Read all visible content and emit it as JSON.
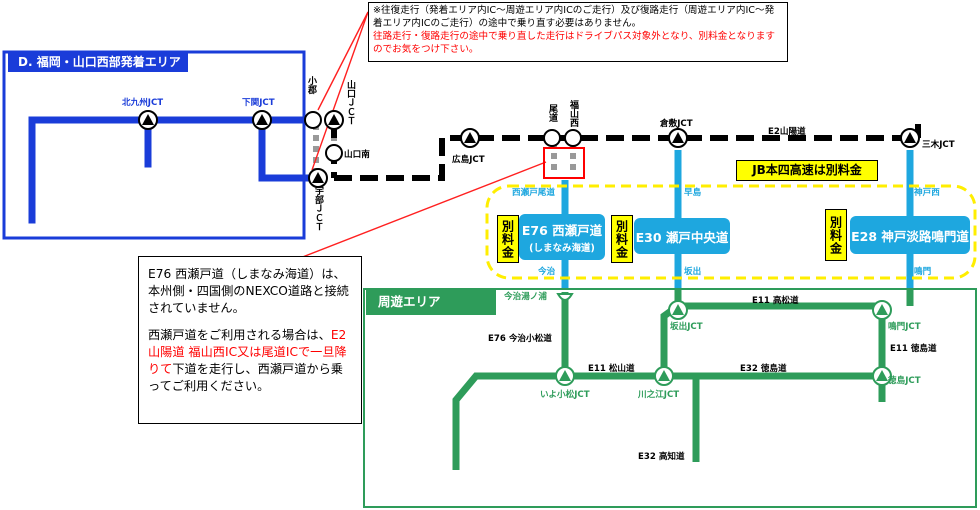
{
  "note": {
    "line1": "※往復走行（発着エリア内IC～周遊エリア内ICのご走行）及び復路走行（周遊エリア内IC～発着エリア内ICのご走行）の途中で乗り直す必要はありません。",
    "line2": "往路走行・復路走行の途中で乗り直した走行はドライブパス対象外となり、別料金となりますのでお気をつけ下さい。"
  },
  "info": {
    "p1": "E76 西瀬戸道（しまなみ海道）は、本州側・四国側のNEXCO道路と接続されていません。",
    "p2a": "西瀬戸道をご利用される場合は、",
    "p2red": "E2 山陽道 福山西IC又は尾道ICで一旦降りて",
    "p2b": "下道を走行し、西瀬戸道から乗ってご利用ください。"
  },
  "areas": {
    "departure_title": "D. 福岡・山口西部発着エリア",
    "tour_title": "周遊エリア"
  },
  "jb_notice": "JB本四高速は別料金",
  "betsu_label": "別料金",
  "routes": {
    "e76": {
      "name": "E76 西瀬戸道",
      "sub": "(しまなみ海道)"
    },
    "e30": {
      "name": "E30 瀬戸中央道"
    },
    "e28": {
      "name": "E28 神戸淡路鳴門道"
    }
  },
  "labels": {
    "kitakyushu_jct": "北九州JCT",
    "shimonoseki_jct": "下関JCT",
    "ogori": "小郡",
    "yamaguchi_jct": "山口ＪＣＴ",
    "yamaguchi_minami": "山口南",
    "ube_jct": "宇部ＪＣＴ",
    "hiroshima_jct": "広島JCT",
    "onomichi": "尾道",
    "fukuyama_nishi": "福山西",
    "kurashiki_jct": "倉敷JCT",
    "e2": "E2山陽道",
    "miki_jct": "三木JCT",
    "nishiseto_onomichi": "西瀬戸尾道",
    "hayashima": "早島",
    "kobe_nishi": "神戸西",
    "imabari": "今治",
    "sakaide": "坂出",
    "naruto": "鳴門",
    "imabari_yunoura": "今治湯ノ浦",
    "e76_imabari_komatsu": "E76 今治小松道",
    "e11_matsuyama": "E11 松山道",
    "e32_tokushima": "E32 徳島道",
    "e11_takamatsu": "E11 高松道",
    "e11_tokushima": "E11 徳島道",
    "sakaide_jct": "坂出JCT",
    "naruto_jct": "鳴門JCT",
    "tokushima_jct": "徳島JCT",
    "iyokomatsu_jct": "いよ小松JCT",
    "kawanoe_jct": "川之江JCT",
    "e32_kochi": "E32 高知道"
  },
  "colors": {
    "blue": "#1a3cd9",
    "green": "#2e9c5a",
    "cyan": "#1ea7df",
    "yellow": "#ffff00",
    "red": "#ff0000"
  }
}
